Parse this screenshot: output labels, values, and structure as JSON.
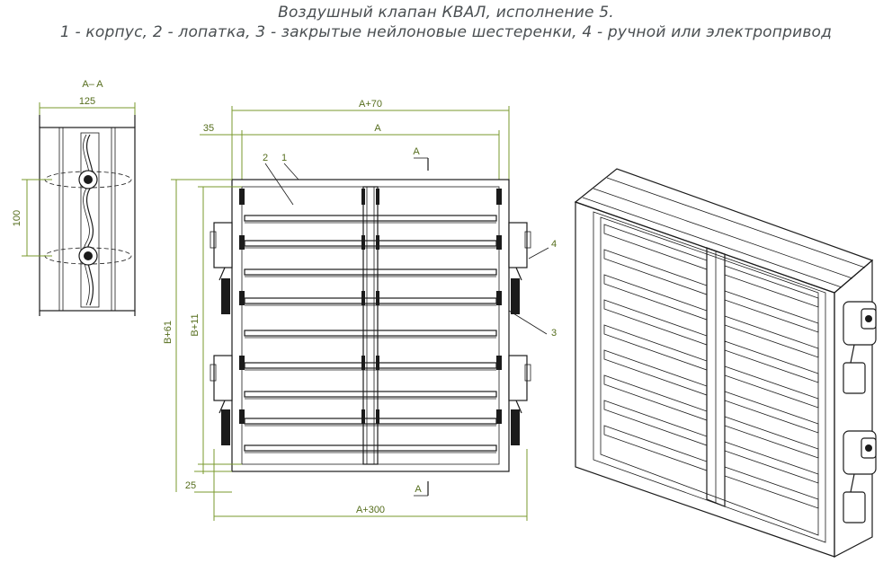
{
  "title": {
    "line1": "Воздушный клапан КВАЛ, исполнение 5.",
    "line2": "1 - корпус, 2 - лопатка, 3 - закрытые нейлоновые шестеренки, 4 - ручной или электропривод"
  },
  "section_view": {
    "label": "A– A",
    "dim_width": "125",
    "dim_pitch": "100"
  },
  "front_view": {
    "dim_a70": "A+70",
    "dim_a": "A",
    "dim_35": "35",
    "dim_b61": "B+61",
    "dim_b11": "B+11",
    "dim_25": "25",
    "dim_a300": "A+300",
    "section_mark_top": "A",
    "section_mark_bottom": "A",
    "callout_1": "1",
    "callout_2": "2",
    "callout_3": "3",
    "callout_4": "4"
  },
  "colors": {
    "dimension": "#7a9a2c",
    "linework": "#1b1b1b",
    "title_text": "#4a4f52"
  }
}
